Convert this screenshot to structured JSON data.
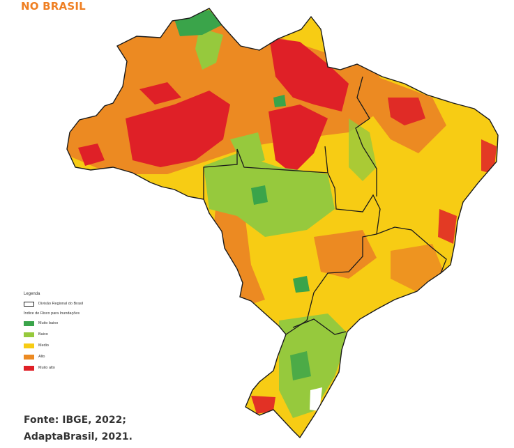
{
  "title": "NO BRASIL",
  "legend": {
    "title": "Legenda",
    "boundary_label": "Divisão Regional do Brasil",
    "index_title": "Índice de Risco para Inundações",
    "classes": [
      {
        "label": "Muito baixo",
        "color": "#3aa44a"
      },
      {
        "label": "Baixo",
        "color": "#96c93d"
      },
      {
        "label": "Medio",
        "color": "#f7cc14"
      },
      {
        "label": "Alto",
        "color": "#ec8a22"
      },
      {
        "label": "Muito alto",
        "color": "#df2027"
      }
    ]
  },
  "source": {
    "line1": "Fonte: IBGE, 2022;",
    "line2": "AdaptaBrasil, 2021."
  },
  "colors": {
    "boundary": "#1a1a1a",
    "background": "#ffffff",
    "title": "#ef7f22"
  }
}
